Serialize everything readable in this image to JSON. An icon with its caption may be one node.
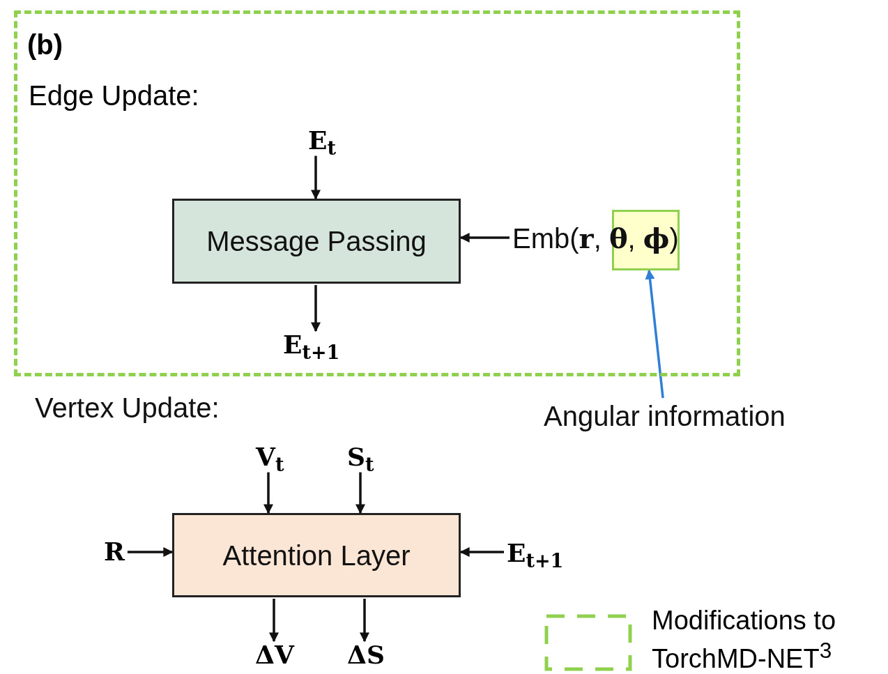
{
  "diagram": {
    "nodes": [
      {
        "text": [
          "(b)",
          "Edge Update:"
        ]
      },
      {
        "text": [
          "E$_{t}$"
        ],
        "in": 0
      },
      {
        "text": [
          "Message Passing"
        ],
        "in": 0
      },
      {
        "text": [
          "E$_{t+1}$"
        ],
        "in": 0
      },
      {
        "text": [
          "Emb(**r**, **θ**, **ϕ**)"
        ],
        "in": 0
      },
      {
        "text": [],
        "shape": "box",
        "in": 0
      },
      {
        "text": [
          "Angular information"
        ]
      },
      {
        "text": [
          "V$_{t}$"
        ]
      },
      {
        "text": [
          "S$_{t}$"
        ]
      },
      {
        "text": [
          "R"
        ]
      },
      {
        "text": [
          "Attention Layer"
        ]
      },
      {
        "text": [
          "E$_{t+1}$"
        ]
      },
      {
        "text": [
          "ΔV"
        ]
      },
      {
        "text": [
          "ΔS"
        ]
      }
    ],
    "edges": [
      {
        "from": 1,
        "to": 2,
        "arrow": "to"
      },
      {
        "from": 2,
        "to": 3,
        "arrow": "to"
      },
      {
        "from": 4,
        "to": 2,
        "arrow": "to"
      },
      {
        "from": 6,
        "to": 5,
        "arrow": "to",
        "color": "#2f7fd6"
      },
      {
        "from": 7,
        "to": 10,
        "arrow": "to"
      },
      {
        "from": 8,
        "to": 10,
        "arrow": "to"
      },
      {
        "from": 9,
        "to": 10,
        "arrow": "to"
      },
      {
        "from": 11,
        "to": 10,
        "arrow": "to"
      },
      {
        "from": 10,
        "to": 12,
        "arrow": "to"
      },
      {
        "from": 10,
        "to": 13,
        "arrow": "to"
      }
    ],
    "labels": [
      "Vertex Update:"
    ],
    "legend": [
      {
        "text": "Modifications to TorchMD-NET$^{3}$"
      }
    ]
  }
}
